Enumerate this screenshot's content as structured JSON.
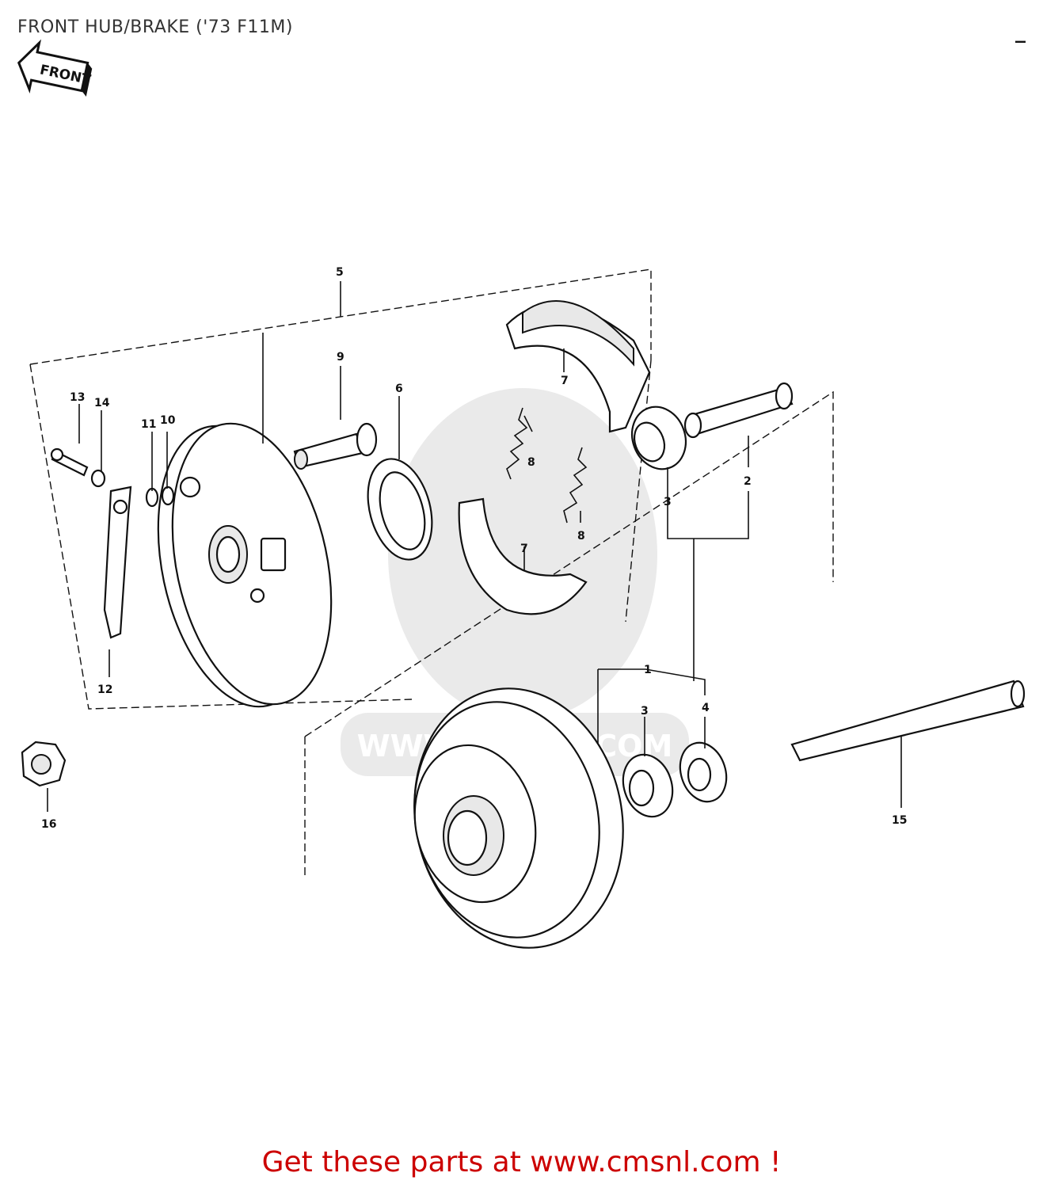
{
  "page": {
    "title": "FRONT HUB/BRAKE ('73 F11M)",
    "minimize_label": "_",
    "footer": "Get these parts at www.cmsnl.com !"
  },
  "diagram": {
    "front_arrow_label": "FRONT",
    "watermark": "WWW.CMSNL.COM",
    "callouts": {
      "c1": "1",
      "c2": "2",
      "c3a": "3",
      "c3b": "3",
      "c4": "4",
      "c5": "5",
      "c6": "6",
      "c7a": "7",
      "c7b": "7",
      "c8a": "8",
      "c8b": "8",
      "c9": "9",
      "c10": "10",
      "c11": "11",
      "c12": "12",
      "c13": "13",
      "c14": "14",
      "c15": "15",
      "c16": "16"
    }
  }
}
